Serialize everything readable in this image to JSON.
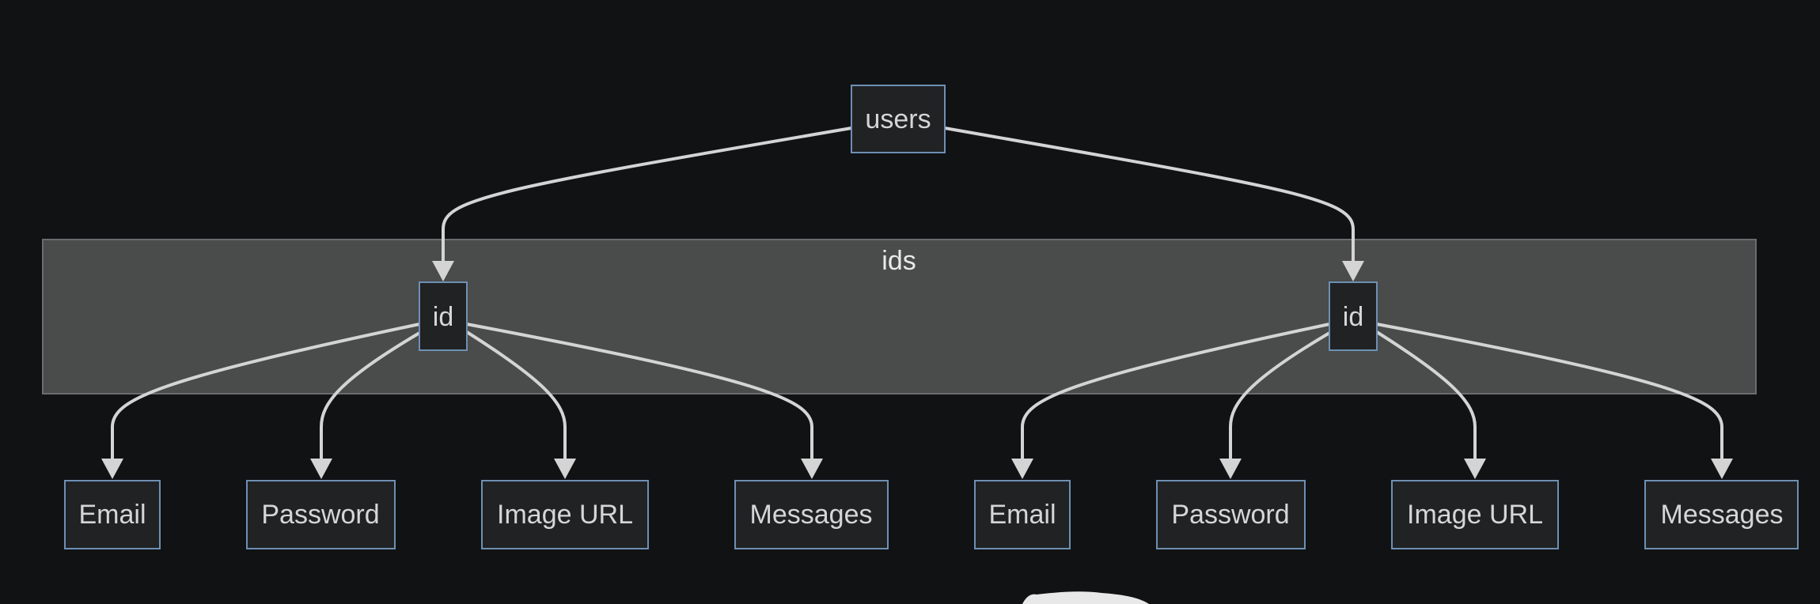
{
  "diagram": {
    "type": "flowchart",
    "root": {
      "id": "users",
      "label": "users"
    },
    "subgraph": {
      "id": "ids",
      "label": "ids"
    },
    "groups": [
      {
        "id_node": {
          "id": "id1",
          "label": "id"
        },
        "children": [
          {
            "id": "email1",
            "label": "Email"
          },
          {
            "id": "password1",
            "label": "Password"
          },
          {
            "id": "imageurl1",
            "label": "Image URL"
          },
          {
            "id": "messages1",
            "label": "Messages"
          }
        ]
      },
      {
        "id_node": {
          "id": "id2",
          "label": "id"
        },
        "children": [
          {
            "id": "email2",
            "label": "Email"
          },
          {
            "id": "password2",
            "label": "Password"
          },
          {
            "id": "imageurl2",
            "label": "Image URL"
          },
          {
            "id": "messages2",
            "label": "Messages"
          }
        ]
      }
    ],
    "edges": [
      [
        "users",
        "id1"
      ],
      [
        "users",
        "id2"
      ],
      [
        "id1",
        "email1"
      ],
      [
        "id1",
        "password1"
      ],
      [
        "id1",
        "imageurl1"
      ],
      [
        "id1",
        "messages1"
      ],
      [
        "id2",
        "email2"
      ],
      [
        "id2",
        "password2"
      ],
      [
        "id2",
        "imageurl2"
      ],
      [
        "id2",
        "messages2"
      ]
    ],
    "colors": {
      "background": "#111214",
      "node_fill": "#202224",
      "node_border": "#6e90b4",
      "subgraph_fill": "#4a4b4b",
      "edge": "#d4d4d4",
      "text": "#d6d6d6"
    }
  }
}
